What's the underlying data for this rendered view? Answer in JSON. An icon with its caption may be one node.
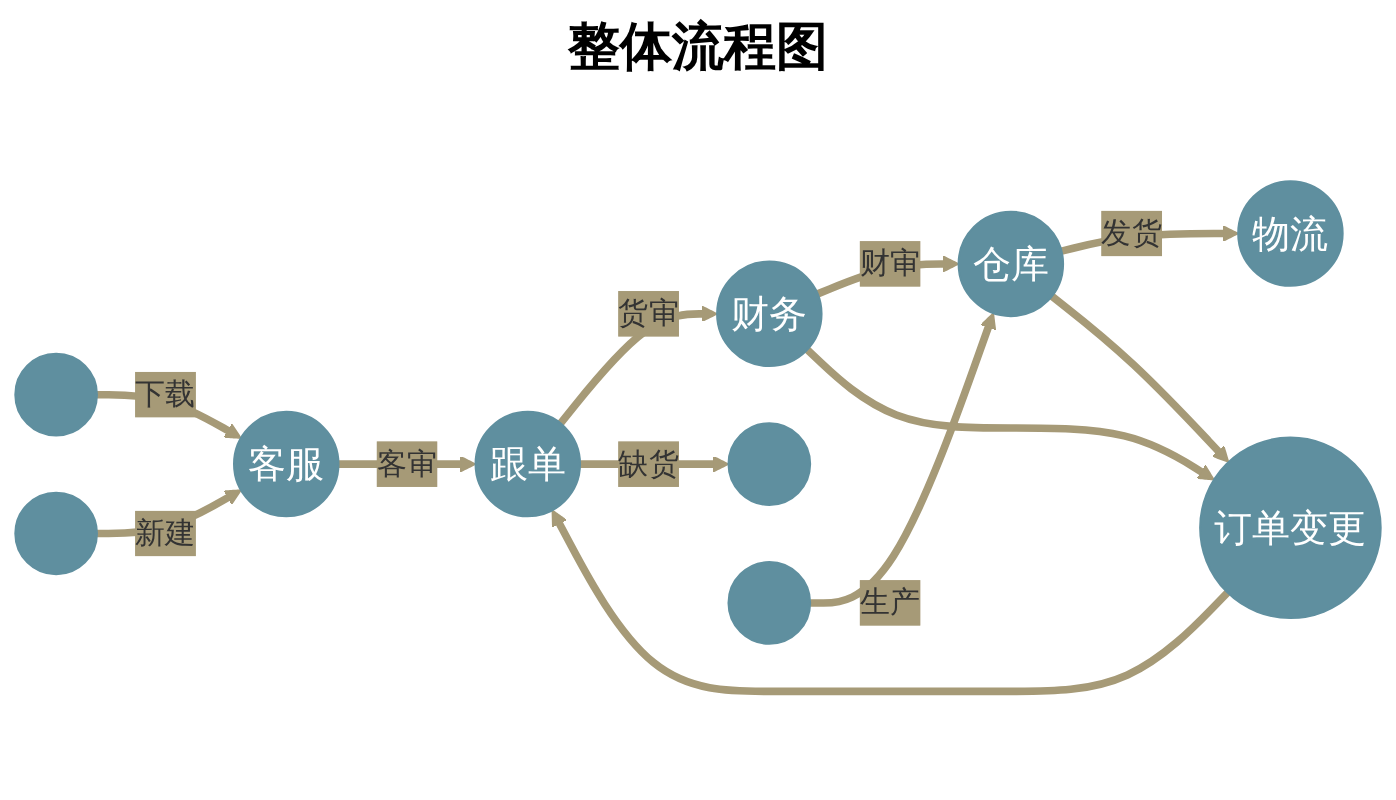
{
  "diagram": {
    "title": "整体流程图",
    "nodes": [
      {
        "text": [],
        "shape": "circle"
      },
      {
        "text": [
          "订单变更"
        ]
      },
      {
        "text": [
          "客服"
        ]
      },
      {
        "text": [
          "跟单"
        ]
      },
      {
        "text": [
          "财务"
        ]
      },
      {
        "text": [
          "仓库"
        ]
      },
      {
        "text": [
          "物流"
        ]
      },
      {
        "text": [],
        "shape": "circle"
      },
      {
        "text": [],
        "shape": "circle"
      },
      {
        "text": [],
        "shape": "circle"
      }
    ],
    "edges": [
      {
        "from": 0,
        "to": 2,
        "arrow": "to",
        "label": "下载"
      },
      {
        "from": 2,
        "to": 3,
        "arrow": "to",
        "label": "客审"
      },
      {
        "from": 3,
        "to": 4,
        "arrow": "to",
        "label": "货审"
      },
      {
        "from": 4,
        "to": 5,
        "arrow": "to",
        "label": "财审"
      },
      {
        "from": 5,
        "to": 6,
        "arrow": "to",
        "label": "发货"
      },
      {
        "from": 4,
        "to": 1,
        "arrow": "to"
      },
      {
        "from": 5,
        "to": 1,
        "arrow": "to"
      },
      {
        "from": 1,
        "to": 3,
        "arrow": "to"
      },
      {
        "from": 7,
        "to": 2,
        "arrow": "to",
        "label": "新建"
      },
      {
        "from": 3,
        "to": 8,
        "arrow": "to",
        "label": "缺货"
      },
      {
        "from": 9,
        "to": 5,
        "arrow": "to",
        "label": "生产"
      }
    ]
  }
}
